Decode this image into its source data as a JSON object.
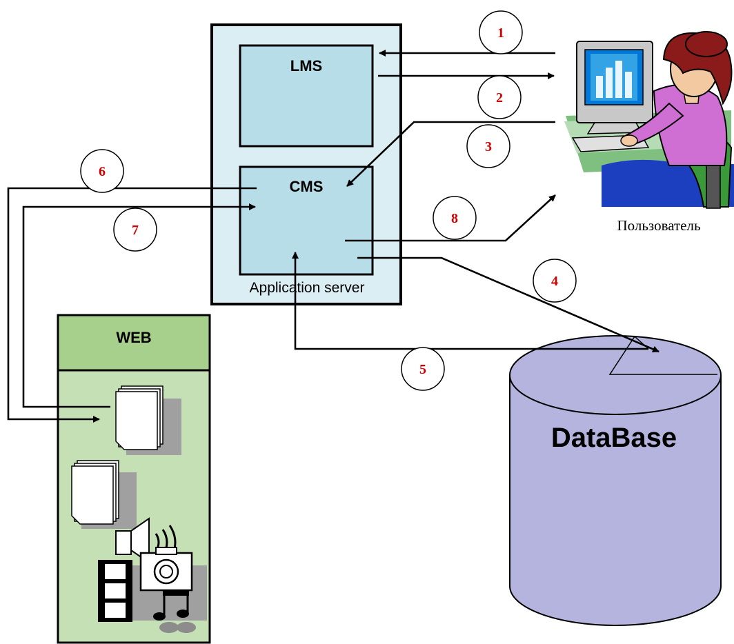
{
  "diagram": {
    "app_server": {
      "label": "Application server"
    },
    "lms": {
      "label": "LMS"
    },
    "cms": {
      "label": "CMS"
    },
    "web": {
      "label": "WEB"
    },
    "database": {
      "label": "DataBase"
    },
    "user": {
      "label": "Пользователь",
      "icon": "user-at-computer-icon"
    },
    "steps": [
      "1",
      "2",
      "3",
      "4",
      "5",
      "6",
      "7",
      "8"
    ]
  },
  "colors": {
    "server_fill": "#dbeef3",
    "module_fill": "#b7dde8",
    "web_header": "#a8d08d",
    "web_body": "#c5e0b4",
    "database": "#b4b4df",
    "badge_text": "#d40000"
  },
  "icons": [
    "document-stack-icon",
    "document-stack-icon",
    "multimedia-icon"
  ]
}
